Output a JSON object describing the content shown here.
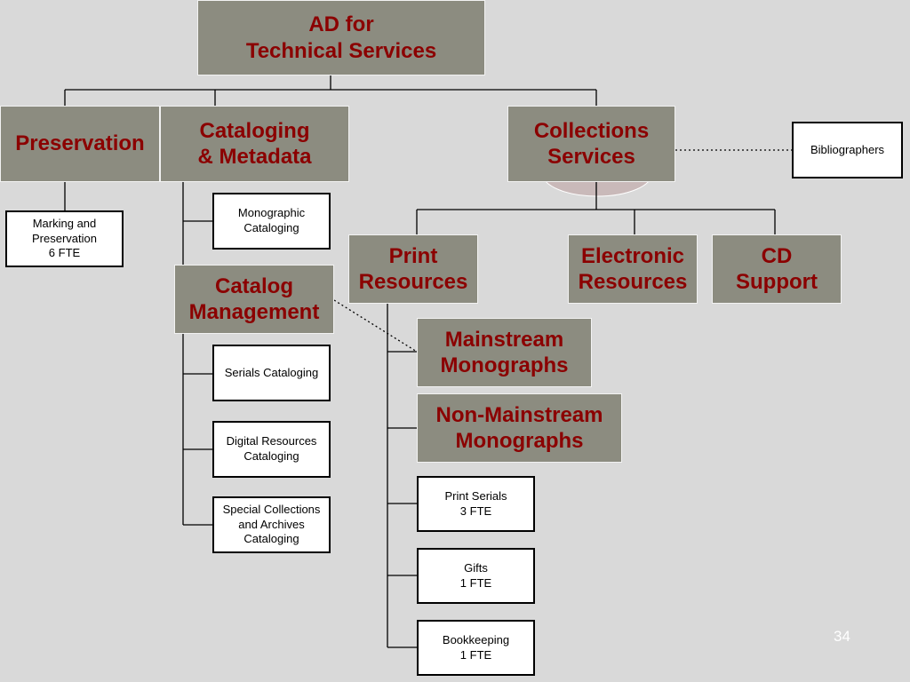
{
  "colors": {
    "background": "#d9d9d9",
    "box_fill": "#8c8c80",
    "box_text": "#8b0000",
    "connector": "#000000"
  },
  "nodes": {
    "ad": "AD for\nTechnical Services",
    "preservation": "Preservation",
    "cataloging_metadata": "Cataloging\n& Metadata",
    "collections_services": "Collections\nServices",
    "bibliographers": "Bibliographers",
    "marking_preservation": "Marking and\nPreservation\n6 FTE",
    "monographic_cataloging": "Monographic\nCataloging",
    "catalog_management": "Catalog\nManagement",
    "serials_cataloging": "Serials Cataloging",
    "digital_resources_cataloging": "Digital Resources\nCataloging",
    "special_collections": "Special Collections\nand Archives\nCataloging",
    "print_resources": "Print\nResources",
    "electronic_resources": "Electronic\nResources",
    "cd_support": "CD\nSupport",
    "mainstream_monographs": "Mainstream\nMonographs",
    "non_mainstream_monographs": "Non-Mainstream\nMonographs",
    "print_serials": "Print Serials\n3 FTE",
    "gifts": "Gifts\n1 FTE",
    "bookkeeping": "Bookkeeping\n1 FTE"
  },
  "page_number": "34"
}
